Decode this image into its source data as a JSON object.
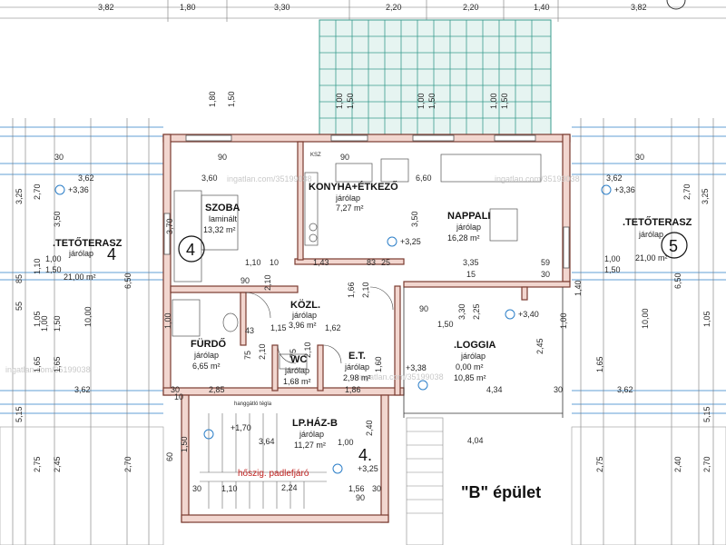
{
  "top_dims": [
    "3,82",
    "1,80",
    "3,30",
    "2,20",
    "2,20",
    "1,40",
    "3,82"
  ],
  "rooms": {
    "szoba": {
      "name": "SZOBA",
      "floor": "laminált",
      "area": "13,32 m²"
    },
    "konyha": {
      "name": "KONYHA+ÉTKEZŐ",
      "floor": "járólap",
      "area": "7,27 m²"
    },
    "nappali": {
      "name": "NAPPALI",
      "floor": "járólap",
      "area": "16,28 m²"
    },
    "teto_left": {
      "name": ".TETŐTERASZ",
      "floor": "járólap",
      "area": "21,00 m²"
    },
    "teto_right": {
      "name": ".TETŐTERASZ",
      "floor": "járólap",
      "area": "21,00 m²"
    },
    "kozl": {
      "name": "KÖZL.",
      "floor": "járólap",
      "area": "3,96 m²"
    },
    "furdo": {
      "name": "FÜRDŐ",
      "floor": "járólap",
      "area": "6,65 m²"
    },
    "wc": {
      "name": "WC",
      "floor": "járólap",
      "area": "1,68 m²"
    },
    "et": {
      "name": "E.T.",
      "floor": "járólap",
      "area": "2,98 m²"
    },
    "loggia": {
      "name": ".LOGGIA",
      "floor": "járólap",
      "area": "0,00 m²",
      "area2": "10,85 m²"
    },
    "lphaz": {
      "name": "LP.HÁZ-B",
      "floor": "járólap",
      "area": "11,27 m²"
    }
  },
  "levels": {
    "l1": "+3,36",
    "l2": "+3,36",
    "l3": "+3,25",
    "l4": "+3,40",
    "l5": "+3,38",
    "l6": "+1,70",
    "l7": "+3,25"
  },
  "dims": {
    "d1": "1,80",
    "d2": "1,50",
    "d3": "1,00",
    "d4": "1,50",
    "d5": "1,00",
    "d6": "1,50",
    "d7": "1,00",
    "d8": "1,50",
    "d9": "1,00",
    "d10": "1,50",
    "r1": "90",
    "r2": "90",
    "r3": "KSZ",
    "r4": "6,60",
    "r5": "3,62",
    "r6": "3,60",
    "r7": "3,62",
    "r8": "30",
    "r9": "30",
    "v1": "3,25",
    "v2": "2,70",
    "v3": "3,50",
    "v4": "3,70",
    "v5": "3,50",
    "v6": "3,25",
    "v7": "2,70",
    "m1": "1,10",
    "m2": "10",
    "m3": "1,43",
    "m4": "83",
    "m5": "25",
    "m6": "3,35",
    "m7": "15",
    "m8": "59",
    "m9": "90",
    "m10": "2,10",
    "m11": "1,66",
    "m12": "2,10",
    "m13": "30",
    "k1": "43",
    "k2": "1,15",
    "k3": "1,62",
    "k4": "75",
    "k5": "2,10",
    "k6": "75",
    "k7": "2,10",
    "k8": "1,60",
    "k9": "90",
    "k10": "1,50",
    "k11": "3,30",
    "k12": "2,25",
    "k13": "1,00",
    "k14": "1,00",
    "b1": "3,62",
    "b2": "2,85",
    "b3": "30",
    "b4": "1,86",
    "b5": "4,34",
    "b6": "3,62",
    "b7": "10",
    "b8": "30",
    "s1": "3,64",
    "s2": "1,00",
    "s3": "2,40",
    "s4": "4,04",
    "s5": "2,24",
    "s6": "1,10",
    "s7": "30",
    "s8": "1,56",
    "s9": "30",
    "s10": "90",
    "s11": "60",
    "s12": "1,50",
    "L1": "1,00",
    "L2": "1,50",
    "L3": "1,00",
    "L4": "1,50",
    "L5": "10,00",
    "L6": "1,65",
    "L7": "2,75",
    "L8": "2,45",
    "L9": "2,70",
    "L10": "1,05",
    "L11": "1,65",
    "L12": "6,50",
    "L13": "5,15",
    "L14": "85",
    "L15": "55",
    "L16": "1,10",
    "R1": "1,00",
    "R2": "1,50",
    "R3": "1,40",
    "R4": "10,00",
    "R5": "2,45",
    "R6": "1,65",
    "R7": "2,75",
    "R8": "2,40",
    "R9": "2,70",
    "R10": "6,50",
    "R11": "5,15",
    "R12": "1,05"
  },
  "numbers": {
    "n4a": "4",
    "n4b": "4",
    "n5": "5",
    "n4c": "4."
  },
  "labels": {
    "building": "\"B\" épület",
    "stair_note": "hőszig. padlefjáró",
    "hl": "hanggátló tégla"
  },
  "watermarks": [
    "ingatlan.com/35199038",
    "ingatlan.com/35199038",
    "ingatlan.com/35199038",
    "ingatlan.com/35199038"
  ]
}
